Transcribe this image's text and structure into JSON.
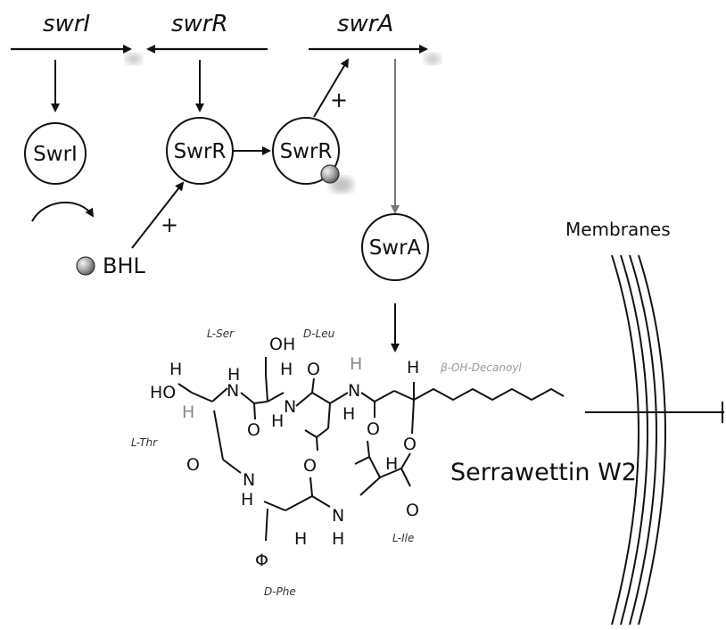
{
  "genes": {
    "swrI": "swrI",
    "swrR": "swrR",
    "swrA": "swrA"
  },
  "proteins": {
    "swrI": "SwrI",
    "swrR_free": "SwrR",
    "swrR_bound": "SwrR",
    "swrA": "SwrA"
  },
  "signals": {
    "bhl": "BHL",
    "plus_1": "+",
    "plus_2": "+"
  },
  "membrane_label": "Membranes",
  "product_label": "Serrawettin W2",
  "molecule": {
    "residues": {
      "l_ser": "L-Ser",
      "d_leu": "D-Leu",
      "acyl": "β-OH-Decanoyl",
      "l_thr": "L-Thr",
      "d_phe": "D-Phe",
      "l_ile": "L-Ile"
    },
    "atoms": {
      "oh_ser": "OH",
      "ho_thr": "HO",
      "phi": "Φ"
    }
  }
}
